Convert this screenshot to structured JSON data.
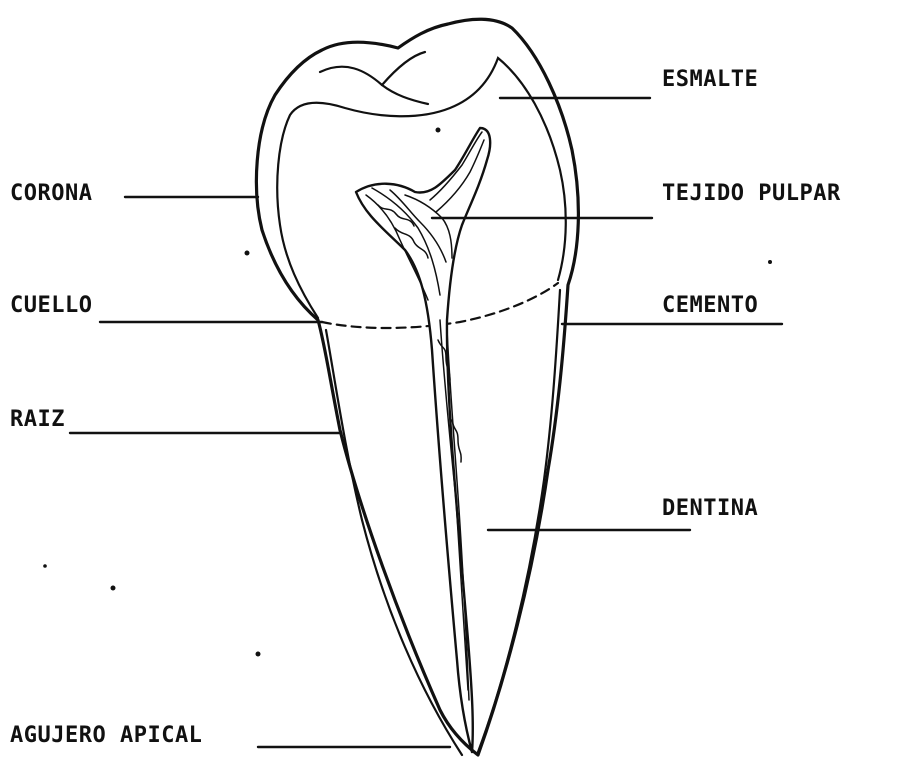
{
  "diagram": {
    "labels": {
      "esmalte": "ESMALTE",
      "corona": "CORONA",
      "tejido_pulpar": "TEJIDO PULPAR",
      "cuello": "CUELLO",
      "cemento": "CEMENTO",
      "raiz": "RAIZ",
      "dentina": "DENTINA",
      "agujero_apical": "AGUJERO APICAL"
    }
  }
}
